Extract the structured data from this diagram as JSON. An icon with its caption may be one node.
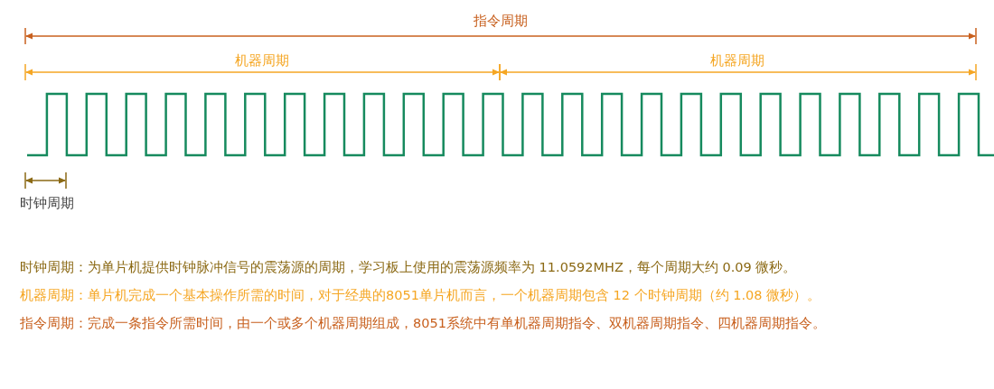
{
  "diagram": {
    "labels": [
      "指令周期",
      "机器周期",
      "机器周期",
      "时钟周期",
      "时钟周期：为单片机提供时钟脉冲信号的震荡源的周期，学习板上使用的震荡源频率为 11.0592MHZ，每个周期大约 0.09 微秒。",
      "机器周期：单片机完成一个基本操作所需的时间，对于经典的8051单片机而言，一个机器周期包含 12 个时钟周期（约 1.08 微秒）。",
      "指令周期：完成一条指令所需时间，由一个或多个机器周期组成，8051系统中有单机器周期指令、双机器周期指令、四机器周期指令。"
    ]
  }
}
